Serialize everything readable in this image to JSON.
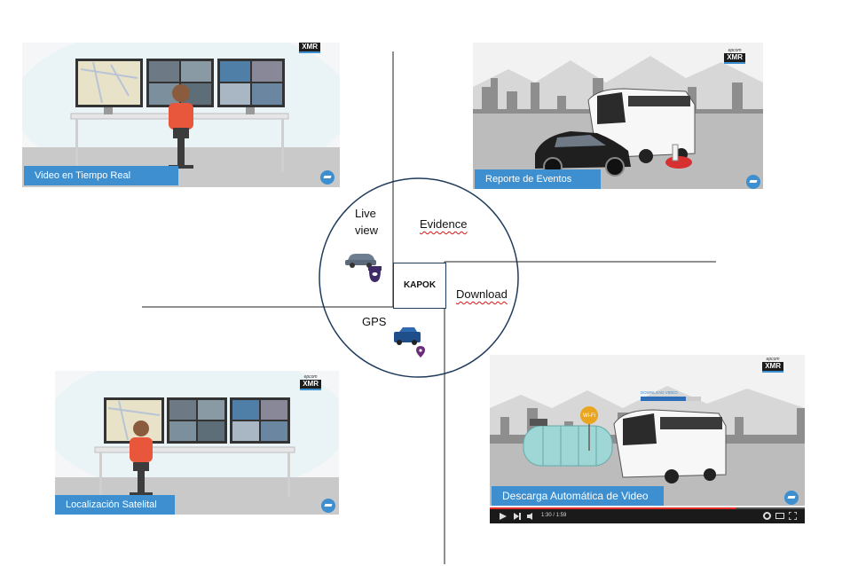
{
  "diagram": {
    "center_label": "KAPOK",
    "quadrant_labels": {
      "live_view": [
        "Live",
        "view"
      ],
      "evidence": "Evidence",
      "download": "Download",
      "gps": "GPS"
    }
  },
  "panels": {
    "live_video": {
      "caption": "Video en Tiempo Real",
      "brand": "XMR"
    },
    "event_report": {
      "caption": "Reporte de Eventos",
      "brand_top": "epcom",
      "brand": "XMR"
    },
    "satellite": {
      "caption": "Localización Satelital",
      "brand_top": "epcom",
      "brand": "XMR"
    },
    "video_download": {
      "caption": "Descarga Automática de Video",
      "brand_top": "epcom",
      "brand": "XMR",
      "progress_label": "DOWNLOAD VIDEO",
      "progress_fraction": 0.75,
      "wifi_label": "Wi-Fi",
      "player_time": "1:30 / 1:59",
      "player_progress_fraction": 0.78
    }
  },
  "colors": {
    "circle": "#1f3b5c",
    "caption": "#3d8fd0",
    "shirt": "#e8563b",
    "gps_pin": "#6b2d7a",
    "camera": "#3e2a66"
  },
  "icons": [
    "car-icon",
    "dome-camera-icon",
    "truck-icon",
    "location-pin-icon",
    "play-icon",
    "next-icon",
    "volume-icon",
    "settings-icon",
    "fullscreen-icon"
  ]
}
